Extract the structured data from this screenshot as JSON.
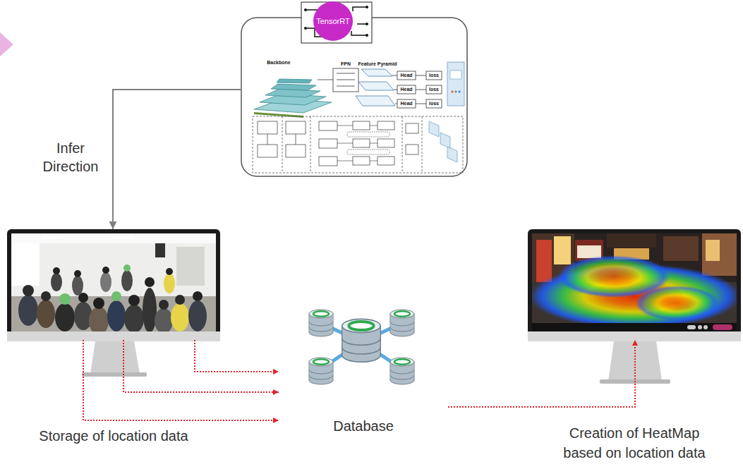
{
  "diagram": {
    "nodes": [
      {
        "text": [
          "TensorRT"
        ]
      },
      {
        "text": [
          "Storage of location data"
        ]
      },
      {
        "text": [
          "Database"
        ]
      },
      {
        "text": [
          "Creation of HeatMap based on location data"
        ]
      }
    ],
    "edges": [
      {
        "from": 0,
        "to": 1,
        "arrow": "to",
        "label": "Infer Direction"
      },
      {
        "from": 1,
        "to": 2,
        "arrow": "to"
      },
      {
        "from": 1,
        "to": 2,
        "arrow": "to"
      },
      {
        "from": 1,
        "to": 2,
        "arrow": "to"
      },
      {
        "from": 2,
        "to": 3,
        "arrow": "to"
      }
    ],
    "labels": [
      "Backbone",
      "FPN",
      "Feature Pyramid",
      "Head",
      "Head",
      "Head",
      "loss",
      "loss",
      "loss"
    ]
  }
}
